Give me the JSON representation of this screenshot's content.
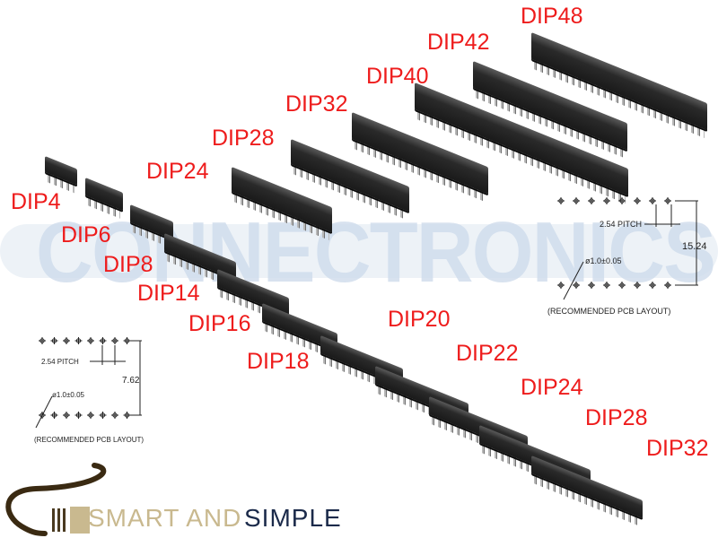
{
  "watermark": "CONNECTRONICS",
  "labels_top": [
    "DIP24",
    "DIP28",
    "DIP32",
    "DIP40",
    "DIP42",
    "DIP48"
  ],
  "labels_bottom": [
    "DIP4",
    "DIP6",
    "DIP8",
    "DIP14",
    "DIP16",
    "DIP18",
    "DIP20",
    "DIP22",
    "DIP24",
    "DIP28",
    "DIP32"
  ],
  "pcb_narrow": {
    "pitch": "2.54 PITCH",
    "row_spacing": "7.62",
    "hole": "ø1.0±0.05",
    "caption": "(RECOMMENDED PCB LAYOUT)"
  },
  "pcb_wide": {
    "pitch": "2.54 PITCH",
    "row_spacing": "15.24",
    "hole": "ø1.0±0.05",
    "caption": "(RECOMMENDED PCB LAYOUT)"
  },
  "logo": {
    "part1": "SMART AND",
    "part2": "SIMPLE"
  },
  "colors": {
    "label": "#ee1c1c",
    "logo_gold": "#c9b98f",
    "logo_navy": "#1b2a4a",
    "chip": "#1a1a1a"
  }
}
